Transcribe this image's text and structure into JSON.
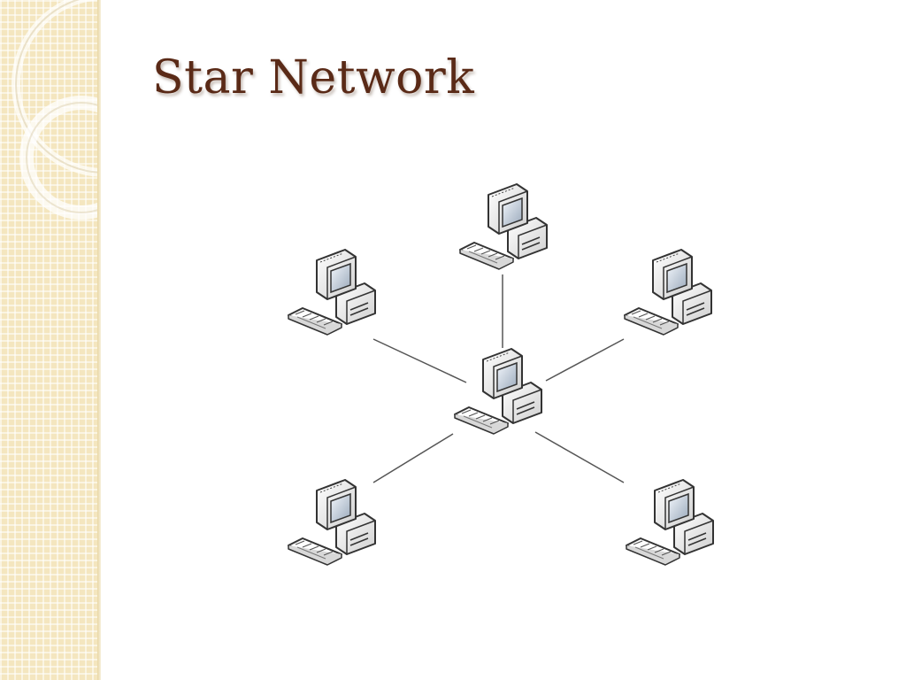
{
  "slide": {
    "title": "Star Network"
  },
  "diagram": {
    "topology": "star",
    "hub": {
      "id": "hub-computer",
      "icon": "desktop-computer-icon"
    },
    "nodes": [
      {
        "id": "node-top",
        "icon": "desktop-computer-icon"
      },
      {
        "id": "node-top-left",
        "icon": "desktop-computer-icon"
      },
      {
        "id": "node-top-right",
        "icon": "desktop-computer-icon"
      },
      {
        "id": "node-bottom-left",
        "icon": "desktop-computer-icon"
      },
      {
        "id": "node-bottom-right",
        "icon": "desktop-computer-icon"
      }
    ],
    "links": [
      {
        "from": "hub-computer",
        "to": "node-top"
      },
      {
        "from": "hub-computer",
        "to": "node-top-left"
      },
      {
        "from": "hub-computer",
        "to": "node-top-right"
      },
      {
        "from": "hub-computer",
        "to": "node-bottom-left"
      },
      {
        "from": "hub-computer",
        "to": "node-bottom-right"
      }
    ]
  },
  "colors": {
    "title": "#5a2a17",
    "sidebar": "#f4e6bf",
    "link": "#555555"
  }
}
